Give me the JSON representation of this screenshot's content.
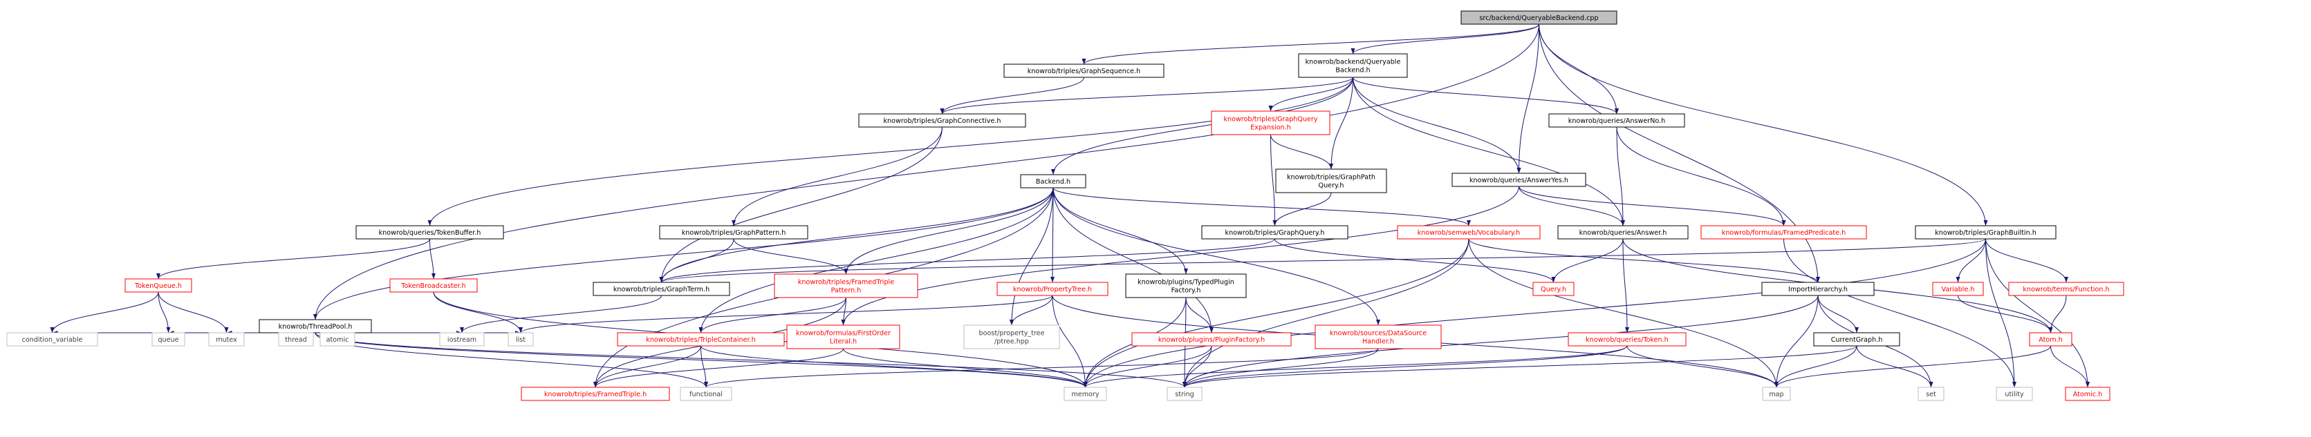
{
  "diagram": {
    "colors": {
      "edge": "#191970",
      "root_fill": "#bfbfbf",
      "root_stroke": "#000000",
      "documented_stroke": "#000000",
      "undocumented_stroke": "#ff0000",
      "undocumented_text": "#ff0000",
      "system_stroke": "#bfbfbf",
      "system_text": "#404040",
      "text": "#000000"
    },
    "nodes": [
      {
        "id": "root",
        "lines": [
          "src/backend/QueryableBackend.cpp"
        ],
        "kind": "root"
      },
      {
        "id": "graphsequence",
        "lines": [
          "knowrob/triples/GraphSequence.h"
        ],
        "kind": "documented"
      },
      {
        "id": "queryablebackend",
        "lines": [
          "knowrob/backend/Queryable",
          "Backend.h"
        ],
        "kind": "documented"
      },
      {
        "id": "threadpool",
        "lines": [
          "knowrob/ThreadPool.h"
        ],
        "kind": "documented"
      },
      {
        "id": "graphconnective",
        "lines": [
          "knowrob/triples/GraphConnective.h"
        ],
        "kind": "documented"
      },
      {
        "id": "graphqueryexpansion",
        "lines": [
          "knowrob/triples/GraphQuery",
          "Expansion.h"
        ],
        "kind": "undocumented"
      },
      {
        "id": "answerno",
        "lines": [
          "knowrob/queries/AnswerNo.h"
        ],
        "kind": "documented"
      },
      {
        "id": "graphpathquery",
        "lines": [
          "knowrob/triples/GraphPath",
          "Query.h"
        ],
        "kind": "documented"
      },
      {
        "id": "answeryes",
        "lines": [
          "knowrob/queries/AnswerYes.h"
        ],
        "kind": "documented"
      },
      {
        "id": "backend",
        "lines": [
          "Backend.h"
        ],
        "kind": "documented"
      },
      {
        "id": "tokenbuffer",
        "lines": [
          "knowrob/queries/TokenBuffer.h"
        ],
        "kind": "documented"
      },
      {
        "id": "graphpattern",
        "lines": [
          "knowrob/triples/GraphPattern.h"
        ],
        "kind": "documented"
      },
      {
        "id": "graphquery",
        "lines": [
          "knowrob/triples/GraphQuery.h"
        ],
        "kind": "documented"
      },
      {
        "id": "vocabulary",
        "lines": [
          "knowrob/semweb/Vocabulary.h"
        ],
        "kind": "undocumented"
      },
      {
        "id": "answer",
        "lines": [
          "knowrob/queries/Answer.h"
        ],
        "kind": "documented"
      },
      {
        "id": "framedpredicate",
        "lines": [
          "knowrob/formulas/FramedPredicate.h"
        ],
        "kind": "undocumented"
      },
      {
        "id": "graphbuiltin",
        "lines": [
          "knowrob/triples/GraphBuiltin.h"
        ],
        "kind": "documented"
      },
      {
        "id": "tokenqueue",
        "lines": [
          "TokenQueue.h"
        ],
        "kind": "undocumented"
      },
      {
        "id": "tokenbroadcaster",
        "lines": [
          "TokenBroadcaster.h"
        ],
        "kind": "undocumented"
      },
      {
        "id": "graphterm",
        "lines": [
          "knowrob/triples/GraphTerm.h"
        ],
        "kind": "documented"
      },
      {
        "id": "framedtriplepattern",
        "lines": [
          "knowrob/triples/FramedTriple",
          "Pattern.h"
        ],
        "kind": "undocumented"
      },
      {
        "id": "propertytree",
        "lines": [
          "knowrob/PropertyTree.h"
        ],
        "kind": "undocumented"
      },
      {
        "id": "typedpluginfactory",
        "lines": [
          "knowrob/plugins/TypedPlugin",
          "Factory.h"
        ],
        "kind": "documented"
      },
      {
        "id": "query",
        "lines": [
          "Query.h"
        ],
        "kind": "undocumented"
      },
      {
        "id": "importhierarchy",
        "lines": [
          "ImportHierarchy.h"
        ],
        "kind": "documented"
      },
      {
        "id": "variable",
        "lines": [
          "Variable.h"
        ],
        "kind": "undocumented"
      },
      {
        "id": "termsfunction",
        "lines": [
          "knowrob/terms/Function.h"
        ],
        "kind": "undocumented"
      },
      {
        "id": "condition_variable",
        "lines": [
          "condition_variable"
        ],
        "kind": "system"
      },
      {
        "id": "queue",
        "lines": [
          "queue"
        ],
        "kind": "system"
      },
      {
        "id": "mutex",
        "lines": [
          "mutex"
        ],
        "kind": "system"
      },
      {
        "id": "thread",
        "lines": [
          "thread"
        ],
        "kind": "system"
      },
      {
        "id": "atomic",
        "lines": [
          "atomic"
        ],
        "kind": "system"
      },
      {
        "id": "iostream",
        "lines": [
          "iostream"
        ],
        "kind": "system"
      },
      {
        "id": "list",
        "lines": [
          "list"
        ],
        "kind": "system"
      },
      {
        "id": "triplecontainer",
        "lines": [
          "knowrob/triples/TripleContainer.h"
        ],
        "kind": "undocumented"
      },
      {
        "id": "firstorderliteral",
        "lines": [
          "knowrob/formulas/FirstOrder",
          "Literal.h"
        ],
        "kind": "undocumented"
      },
      {
        "id": "ptree",
        "lines": [
          "boost/property_tree",
          "/ptree.hpp"
        ],
        "kind": "system"
      },
      {
        "id": "pluginfactory",
        "lines": [
          "knowrob/plugins/PluginFactory.h"
        ],
        "kind": "undocumented"
      },
      {
        "id": "datasourcehandler",
        "lines": [
          "knowrob/sources/DataSource",
          "Handler.h"
        ],
        "kind": "undocumented"
      },
      {
        "id": "token",
        "lines": [
          "knowrob/queries/Token.h"
        ],
        "kind": "undocumented"
      },
      {
        "id": "currentgraph",
        "lines": [
          "CurrentGraph.h"
        ],
        "kind": "documented"
      },
      {
        "id": "atom",
        "lines": [
          "Atom.h"
        ],
        "kind": "undocumented"
      },
      {
        "id": "framedtriple",
        "lines": [
          "knowrob/triples/FramedTriple.h"
        ],
        "kind": "undocumented"
      },
      {
        "id": "functional",
        "lines": [
          "functional"
        ],
        "kind": "system"
      },
      {
        "id": "memory",
        "lines": [
          "memory"
        ],
        "kind": "system"
      },
      {
        "id": "string",
        "lines": [
          "string"
        ],
        "kind": "system"
      },
      {
        "id": "map",
        "lines": [
          "map"
        ],
        "kind": "system"
      },
      {
        "id": "set",
        "lines": [
          "set"
        ],
        "kind": "system"
      },
      {
        "id": "utility",
        "lines": [
          "utility"
        ],
        "kind": "system"
      },
      {
        "id": "atomicc",
        "lines": [
          "Atomic.h"
        ],
        "kind": "undocumented"
      }
    ],
    "edges": [
      [
        "root",
        "threadpool"
      ],
      [
        "root",
        "graphsequence"
      ],
      [
        "root",
        "queryablebackend"
      ],
      [
        "root",
        "answeryes"
      ],
      [
        "root",
        "answerno"
      ],
      [
        "root",
        "importhierarchy"
      ],
      [
        "root",
        "graphbuiltin"
      ],
      [
        "graphsequence",
        "graphconnective"
      ],
      [
        "queryablebackend",
        "tokenbuffer"
      ],
      [
        "queryablebackend",
        "graphconnective"
      ],
      [
        "queryablebackend",
        "backend"
      ],
      [
        "queryablebackend",
        "graphqueryexpansion"
      ],
      [
        "queryablebackend",
        "graphpathquery"
      ],
      [
        "queryablebackend",
        "answeryes"
      ],
      [
        "queryablebackend",
        "answerno"
      ],
      [
        "queryablebackend",
        "answer"
      ],
      [
        "graphconnective",
        "graphpattern"
      ],
      [
        "graphconnective",
        "graphterm"
      ],
      [
        "graphqueryexpansion",
        "graphpathquery"
      ],
      [
        "graphqueryexpansion",
        "graphquery"
      ],
      [
        "graphpathquery",
        "graphquery"
      ],
      [
        "answerno",
        "answer"
      ],
      [
        "answerno",
        "framedpredicate"
      ],
      [
        "answeryes",
        "answer"
      ],
      [
        "answeryes",
        "framedpredicate"
      ],
      [
        "answeryes",
        "firstorderliteral"
      ],
      [
        "backend",
        "threadpool"
      ],
      [
        "backend",
        "graphterm"
      ],
      [
        "backend",
        "framedtriplepattern"
      ],
      [
        "backend",
        "propertytree"
      ],
      [
        "backend",
        "typedpluginfactory"
      ],
      [
        "backend",
        "vocabulary"
      ],
      [
        "backend",
        "datasourcehandler"
      ],
      [
        "backend",
        "triplecontainer"
      ],
      [
        "backend",
        "framedtriple"
      ],
      [
        "backend",
        "ptree"
      ],
      [
        "backend",
        "pluginfactory"
      ],
      [
        "tokenbuffer",
        "tokenqueue"
      ],
      [
        "tokenbuffer",
        "tokenbroadcaster"
      ],
      [
        "graphpattern",
        "graphterm"
      ],
      [
        "graphpattern",
        "framedtriplepattern"
      ],
      [
        "graphquery",
        "graphterm"
      ],
      [
        "graphquery",
        "query"
      ],
      [
        "vocabulary",
        "string"
      ],
      [
        "vocabulary",
        "memory"
      ],
      [
        "vocabulary",
        "importhierarchy"
      ],
      [
        "vocabulary",
        "map"
      ],
      [
        "answer",
        "query"
      ],
      [
        "answer",
        "token"
      ],
      [
        "answer",
        "atom"
      ],
      [
        "framedpredicate",
        "utility"
      ],
      [
        "graphbuiltin",
        "variable"
      ],
      [
        "graphbuiltin",
        "termsfunction"
      ],
      [
        "graphbuiltin",
        "atomicc"
      ],
      [
        "graphbuiltin",
        "graphterm"
      ],
      [
        "graphbuiltin",
        "memory"
      ],
      [
        "graphbuiltin",
        "utility"
      ],
      [
        "tokenqueue",
        "condition_variable"
      ],
      [
        "tokenqueue",
        "queue"
      ],
      [
        "tokenqueue",
        "mutex"
      ],
      [
        "tokenbroadcaster",
        "list"
      ],
      [
        "tokenbroadcaster",
        "memory"
      ],
      [
        "threadpool",
        "condition_variable"
      ],
      [
        "threadpool",
        "queue"
      ],
      [
        "threadpool",
        "mutex"
      ],
      [
        "threadpool",
        "thread"
      ],
      [
        "threadpool",
        "atomic"
      ],
      [
        "threadpool",
        "iostream"
      ],
      [
        "threadpool",
        "list"
      ],
      [
        "threadpool",
        "functional"
      ],
      [
        "threadpool",
        "memory"
      ],
      [
        "threadpool",
        "string"
      ],
      [
        "graphterm",
        "iostream"
      ],
      [
        "framedtriplepattern",
        "firstorderliteral"
      ],
      [
        "framedtriplepattern",
        "triplecontainer"
      ],
      [
        "framedtriplepattern",
        "framedtriple"
      ],
      [
        "propertytree",
        "list"
      ],
      [
        "propertytree",
        "ptree"
      ],
      [
        "propertytree",
        "memory"
      ],
      [
        "propertytree",
        "map"
      ],
      [
        "typedpluginfactory",
        "pluginfactory"
      ],
      [
        "typedpluginfactory",
        "memory"
      ],
      [
        "typedpluginfactory",
        "string"
      ],
      [
        "importhierarchy",
        "currentgraph"
      ],
      [
        "importhierarchy",
        "map"
      ],
      [
        "importhierarchy",
        "set"
      ],
      [
        "importhierarchy",
        "string"
      ],
      [
        "variable",
        "atom"
      ],
      [
        "termsfunction",
        "atom"
      ],
      [
        "triplecontainer",
        "framedtriple"
      ],
      [
        "triplecontainer",
        "functional"
      ],
      [
        "triplecontainer",
        "memory"
      ],
      [
        "firstorderliteral",
        "framedtriple"
      ],
      [
        "firstorderliteral",
        "memory"
      ],
      [
        "pluginfactory",
        "memory"
      ],
      [
        "pluginfactory",
        "string"
      ],
      [
        "datasourcehandler",
        "string"
      ],
      [
        "datasourcehandler",
        "functional"
      ],
      [
        "token",
        "memory"
      ],
      [
        "token",
        "string"
      ],
      [
        "token",
        "map"
      ],
      [
        "currentgraph",
        "string"
      ],
      [
        "currentgraph",
        "map"
      ],
      [
        "currentgraph",
        "set"
      ],
      [
        "atom",
        "atomicc"
      ],
      [
        "atom",
        "map"
      ]
    ]
  }
}
